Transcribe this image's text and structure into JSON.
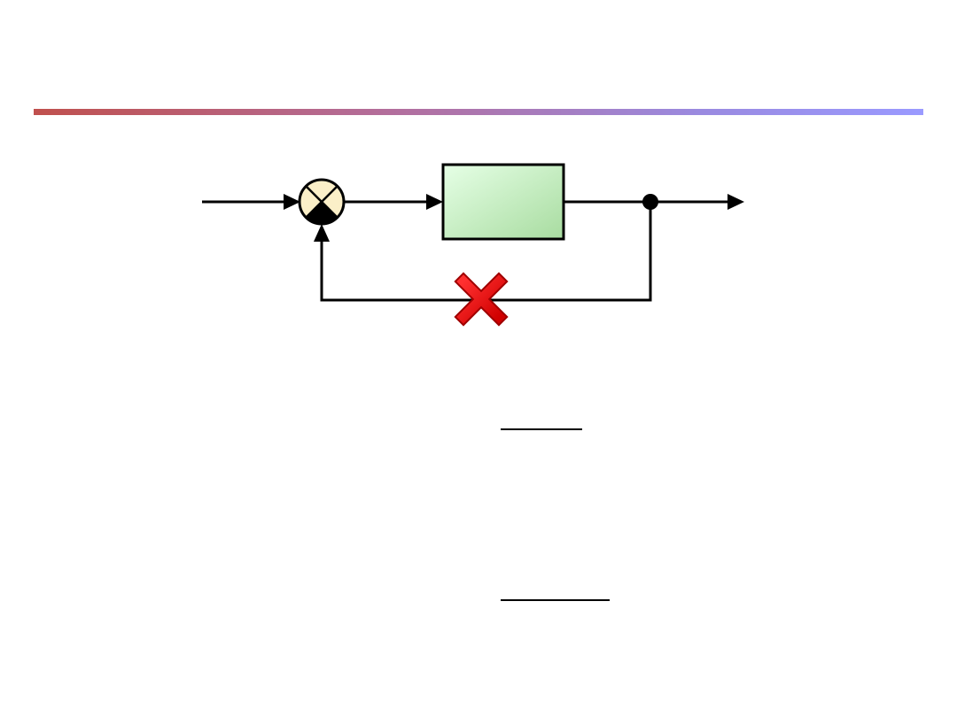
{
  "diagram": {
    "type": "feedback-block-diagram",
    "nodes": [
      {
        "id": "summing-junction",
        "kind": "summing-junction"
      },
      {
        "id": "plant-block",
        "kind": "block"
      },
      {
        "id": "takeoff-point",
        "kind": "branch-point"
      }
    ],
    "edges": [
      {
        "from": "input",
        "to": "summing-junction"
      },
      {
        "from": "summing-junction",
        "to": "plant-block"
      },
      {
        "from": "plant-block",
        "to": "takeoff-point"
      },
      {
        "from": "takeoff-point",
        "to": "output"
      },
      {
        "from": "takeoff-point",
        "to": "summing-junction",
        "role": "feedback",
        "status": "broken"
      }
    ],
    "colors": {
      "title_rule_start": "#c0504d",
      "title_rule_end": "#9a9aff",
      "block_fill_light": "#e6ffe6",
      "block_fill_dark": "#a8dca0",
      "junction_fill": "#fbefc8",
      "break_mark": "#ee0000"
    },
    "icons": {
      "break_mark": "red-x-icon"
    }
  }
}
